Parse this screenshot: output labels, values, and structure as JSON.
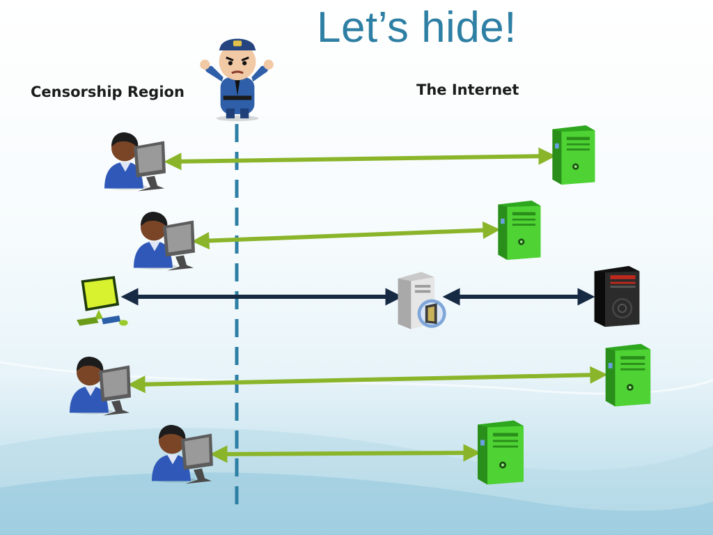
{
  "slide": {
    "title": "Let’s hide!"
  },
  "labels": {
    "censorship_region": "Censorship Region",
    "internet": "The Internet"
  },
  "colors": {
    "title": "#2e7fa4",
    "allowed_link": "#8ab52a",
    "hidden_link": "#172a44",
    "boundary": "#2e7fa4",
    "server_green": "#3fbf2a",
    "server_black": "#222222"
  },
  "icons": {
    "censor": "police-officer-icon",
    "user": "user-at-computer-icon",
    "hidden_client": "lime-computer-icon",
    "allowed_server": "green-server-icon",
    "proxy": "proxy-server-icon",
    "blocked_server": "black-server-icon"
  },
  "connections": [
    {
      "from": "user-1",
      "to": "green-server-1",
      "style": "allowed"
    },
    {
      "from": "user-2",
      "to": "green-server-2",
      "style": "allowed"
    },
    {
      "from": "hidden-client",
      "to": "proxy-server",
      "style": "hidden"
    },
    {
      "from": "proxy-server",
      "to": "blocked-server",
      "style": "hidden"
    },
    {
      "from": "user-3",
      "to": "green-server-3",
      "style": "allowed"
    },
    {
      "from": "user-4",
      "to": "green-server-4",
      "style": "allowed"
    }
  ]
}
